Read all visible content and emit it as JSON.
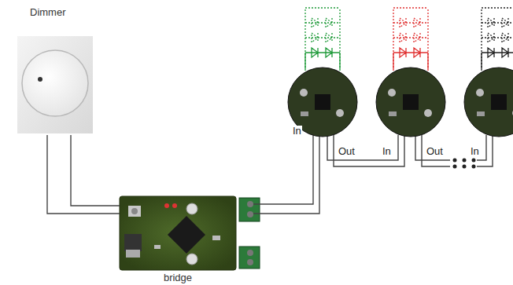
{
  "diagram": {
    "nodes": [
      {
        "text": [
          "Dimmer"
        ]
      },
      {
        "text": [
          "bridge"
        ]
      }
    ],
    "edges": [
      {
        "from": 0,
        "to": 1,
        "arrow": "none"
      }
    ],
    "labels": [
      "In",
      "Out",
      "In",
      "Out",
      "In"
    ]
  }
}
